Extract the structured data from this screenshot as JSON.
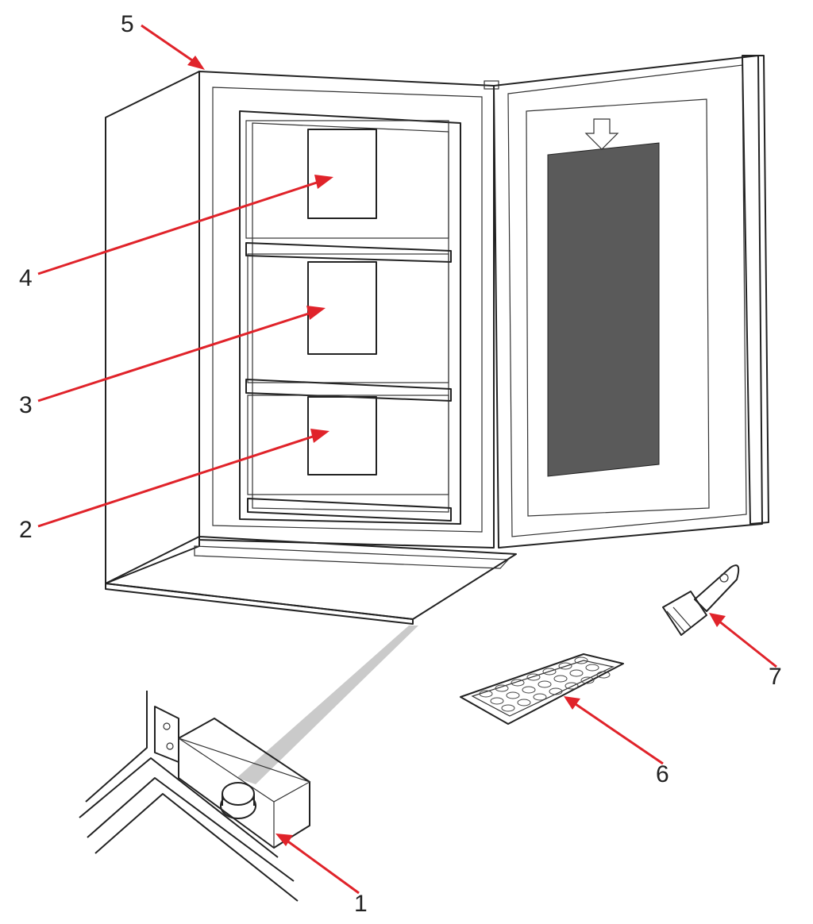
{
  "diagram": {
    "callouts": [
      {
        "id": "1",
        "label": "1"
      },
      {
        "id": "2",
        "label": "2"
      },
      {
        "id": "3",
        "label": "3"
      },
      {
        "id": "4",
        "label": "4"
      },
      {
        "id": "5",
        "label": "5"
      },
      {
        "id": "6",
        "label": "6"
      },
      {
        "id": "7",
        "label": "7"
      }
    ],
    "colors": {
      "arrow": "#e0232a",
      "line": "#222222",
      "glass": "#5a5a5a",
      "beam": "#bdbdbd"
    }
  }
}
